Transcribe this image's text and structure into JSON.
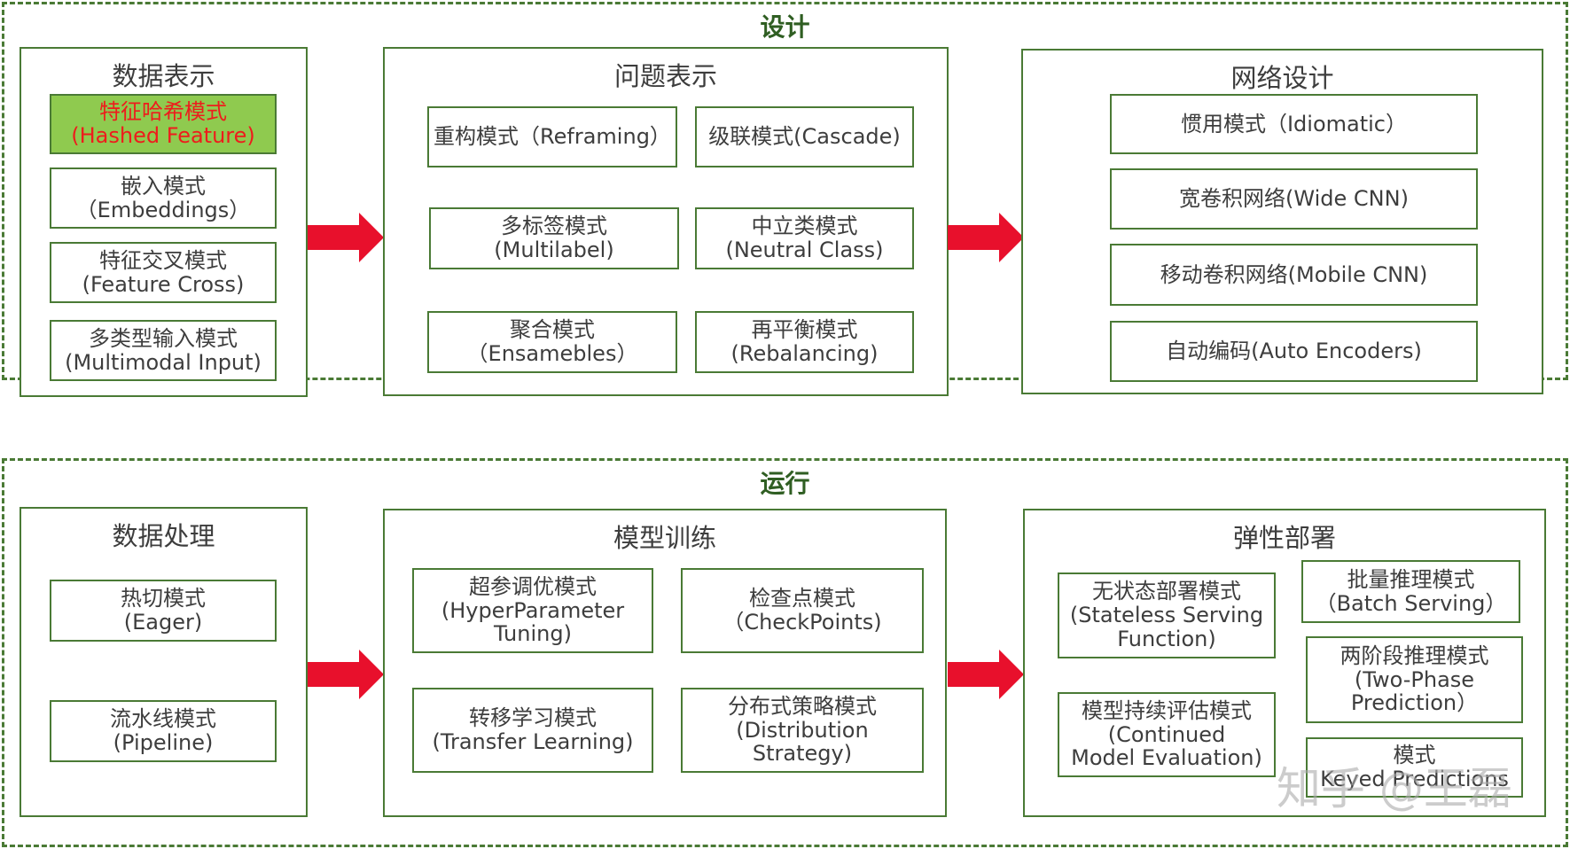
{
  "colors": {
    "border": "#4a7a35",
    "highlight_fill": "#8fca4f",
    "highlight_text": "#ee1c1c",
    "arrow": "#e8102c"
  },
  "design": {
    "title": "设计",
    "data_representation": {
      "title": "数据表示",
      "items": [
        {
          "l1": "特征哈希模式",
          "l2": "(Hashed Feature)"
        },
        {
          "l1": "嵌入模式",
          "l2": "（Embeddings）"
        },
        {
          "l1": "特征交叉模式",
          "l2": "(Feature Cross)"
        },
        {
          "l1": "多类型输入模式",
          "l2": "(Multimodal Input)"
        }
      ]
    },
    "problem_representation": {
      "title": "问题表示",
      "items": [
        {
          "l1": "重构模式（Reframing）"
        },
        {
          "l1": "级联模式(Cascade)"
        },
        {
          "l1": "多标签模式",
          "l2": "(Multilabel)"
        },
        {
          "l1": "中立类模式",
          "l2": "(Neutral Class)"
        },
        {
          "l1": "聚合模式",
          "l2": "（Ensamebles）"
        },
        {
          "l1": "再平衡模式",
          "l2": "(Rebalancing)"
        }
      ]
    },
    "network_design": {
      "title": "网络设计",
      "items": [
        {
          "l1": "惯用模式（Idiomatic）"
        },
        {
          "l1": "宽卷积网络(Wide CNN)"
        },
        {
          "l1": "移动卷积网络(Mobile CNN)"
        },
        {
          "l1": "自动编码(Auto Encoders)"
        }
      ]
    }
  },
  "operation": {
    "title": "运行",
    "data_processing": {
      "title": "数据处理",
      "items": [
        {
          "l1": "热切模式",
          "l2": "(Eager)"
        },
        {
          "l1": "流水线模式",
          "l2": "(Pipeline)"
        }
      ]
    },
    "model_training": {
      "title": "模型训练",
      "items": [
        {
          "l1": "超参调优模式",
          "l2": "(HyperParameter",
          "l3": "Tuning)"
        },
        {
          "l1": "检查点模式",
          "l2": "（CheckPoints)"
        },
        {
          "l1": "转移学习模式",
          "l2": "(Transfer Learning)"
        },
        {
          "l1": "分布式策略模式",
          "l2": "(Distribution",
          "l3": "Strategy)"
        }
      ]
    },
    "elastic_deployment": {
      "title": "弹性部署",
      "items": [
        {
          "l1": "无状态部署模式",
          "l2": "(Stateless Serving",
          "l3": "Function)"
        },
        {
          "l1": "批量推理模式",
          "l2": "（Batch Serving）"
        },
        {
          "l1": "两阶段推理模式",
          "l2": "(Two-Phase",
          "l3": "Prediction）"
        },
        {
          "l1": "模型持续评估模式",
          "l2": "(Continued",
          "l3": "Model Evaluation)"
        },
        {
          "l1": "模式",
          "l2": "Keyed Predictions"
        }
      ]
    }
  },
  "watermark": "知乎 @王磊"
}
